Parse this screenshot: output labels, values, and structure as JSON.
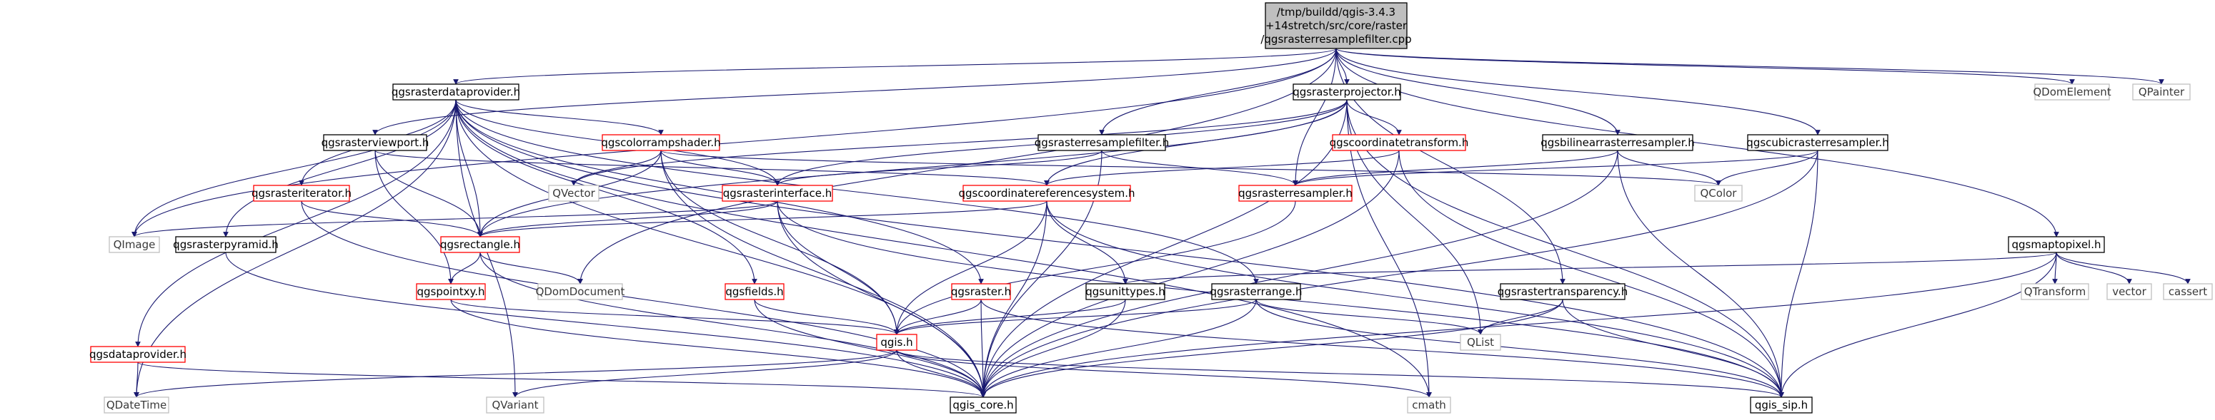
{
  "graph": {
    "colors": {
      "edge": "#191970",
      "documented_border": "#000000",
      "truncated_border": "#ff0000",
      "external_border": "#bfbfbf",
      "root_fill": "#bfbfbf"
    },
    "root": {
      "lines": [
        "/tmp/buildd/qgis-3.4.3",
        "+14stretch/src/core/raster",
        "/qgsrasterresamplefilter.cpp"
      ]
    },
    "nodes": {
      "qgsrasterdataprovider": "qgsrasterdataprovider.h",
      "qgsrasterviewport": "qgsrasterviewport.h",
      "qgsrasteriterator": "qgsrasteriterator.h",
      "qgscolorrampshader": "qgscolorrampshader.h",
      "qgsrasterpyramid": "qgsrasterpyramid.h",
      "qgsdataprovider": "qgsdataprovider.h",
      "qgsrectangle": "qgsrectangle.h",
      "qgspointxy": "qgspointxy.h",
      "qgsrasterinterface": "qgsrasterinterface.h",
      "qgsfields": "qgsfields.h",
      "qgsraster": "qgsraster.h",
      "qgis": "qgis.h",
      "qgis_core": "qgis_core.h",
      "qgis_sip": "qgis_sip.h",
      "qgsrasterprojector": "qgsrasterprojector.h",
      "qgsrasterresamplefilter": "qgsrasterresamplefilter.h",
      "qgscoordinatetransform": "qgscoordinatetransform.h",
      "qgscoordinatereferencesystem": "qgscoordinatereferencesystem.h",
      "qgsrasterresampler": "qgsrasterresampler.h",
      "qgsunittypes": "qgsunittypes.h",
      "qgsrasterrange": "qgsrasterrange.h",
      "qgsbilinearrasterresampler": "qgsbilinearrasterresampler.h",
      "qgscubicrasterresampler": "qgscubicrasterresampler.h",
      "qgsrastertransparency": "qgsrastertransparency.h",
      "qgsmaptopixel": "qgsmaptopixel.h",
      "QDomElement": "QDomElement",
      "QPainter": "QPainter",
      "QVector": "QVector",
      "QImage": "QImage",
      "QDomDocument": "QDomDocument",
      "QColor": "QColor",
      "QDateTime": "QDateTime",
      "QVariant": "QVariant",
      "QList": "QList",
      "cmath": "cmath",
      "QTransform": "QTransform",
      "vector": "vector",
      "cassert": "cassert"
    },
    "edges": [
      [
        "root",
        "qgsrasterdataprovider"
      ],
      [
        "root",
        "qgsrasterviewport"
      ],
      [
        "root",
        "qgsrasterprojector"
      ],
      [
        "root",
        "qgsrasterresamplefilter"
      ],
      [
        "root",
        "qgsrasterresampler"
      ],
      [
        "root",
        "qgsbilinearrasterresampler"
      ],
      [
        "root",
        "qgscubicrasterresampler"
      ],
      [
        "root",
        "qgsrastertransparency"
      ],
      [
        "root",
        "qgsmaptopixel"
      ],
      [
        "root",
        "QDomElement"
      ],
      [
        "root",
        "QPainter"
      ],
      [
        "root",
        "QImage"
      ],
      [
        "root",
        "QDomDocument"
      ],
      [
        "qgsrasterdataprovider",
        "qgis_core"
      ],
      [
        "qgsrasterdataprovider",
        "qgis_sip"
      ],
      [
        "qgsrasterdataprovider",
        "cmath"
      ],
      [
        "qgsrasterdataprovider",
        "qgscolorrampshader"
      ],
      [
        "qgsrasterdataprovider",
        "qgsdataprovider"
      ],
      [
        "qgsrasterdataprovider",
        "qgsraster"
      ],
      [
        "qgsrasterdataprovider",
        "qgsfields"
      ],
      [
        "qgsrasterdataprovider",
        "qgsrasterinterface"
      ],
      [
        "qgsrasterdataprovider",
        "qgsrasterpyramid"
      ],
      [
        "qgsrasterdataprovider",
        "qgsrasterrange"
      ],
      [
        "qgsrasterdataprovider",
        "qgsrectangle"
      ],
      [
        "qgsrasterdataprovider",
        "qgsrasteriterator"
      ],
      [
        "qgsrasterdataprovider",
        "QDateTime"
      ],
      [
        "qgsrasterdataprovider",
        "QVariant"
      ],
      [
        "qgsrasterdataprovider",
        "QImage"
      ],
      [
        "qgsrasterviewport",
        "qgsrectangle"
      ],
      [
        "qgsrasterviewport",
        "qgspointxy"
      ],
      [
        "qgsrasterviewport",
        "qgscoordinatereferencesystem"
      ],
      [
        "qgsrasteriterator",
        "qgsrectangle"
      ],
      [
        "qgsrasteriterator",
        "qgis_core"
      ],
      [
        "qgscolorrampshader",
        "qgis_core"
      ],
      [
        "qgscolorrampshader",
        "qgis"
      ],
      [
        "qgscolorrampshader",
        "QVector"
      ],
      [
        "qgscolorrampshader",
        "QColor"
      ],
      [
        "qgscolorrampshader",
        "qgsrasterinterface"
      ],
      [
        "qgscolorrampshader",
        "qgsrectangle"
      ],
      [
        "qgsrasterpyramid",
        "qgis_core"
      ],
      [
        "qgsdataprovider",
        "qgis_core"
      ],
      [
        "qgsdataprovider",
        "QDateTime"
      ],
      [
        "qgsrectangle",
        "qgis_core"
      ],
      [
        "qgsrectangle",
        "QDomDocument"
      ],
      [
        "qgsrectangle",
        "qgspointxy"
      ],
      [
        "qgspointxy",
        "qgis_core"
      ],
      [
        "qgspointxy",
        "qgis"
      ],
      [
        "qgsrasterinterface",
        "qgis_core"
      ],
      [
        "qgsrasterinterface",
        "qgis_sip"
      ],
      [
        "qgsrasterinterface",
        "QImage"
      ],
      [
        "qgsrasterinterface",
        "qgis"
      ],
      [
        "qgsrasterinterface",
        "qgsrectangle"
      ],
      [
        "qgsfields",
        "qgis_core"
      ],
      [
        "qgsfields",
        "qgis"
      ],
      [
        "qgsraster",
        "qgis_core"
      ],
      [
        "qgsraster",
        "qgis_sip"
      ],
      [
        "qgsraster",
        "qgis"
      ],
      [
        "qgis",
        "QVariant"
      ],
      [
        "qgis",
        "cmath"
      ],
      [
        "qgis",
        "qgis_core"
      ],
      [
        "qgis",
        "qgis_sip"
      ],
      [
        "qgis",
        "QDateTime"
      ],
      [
        "qgsrasterprojector",
        "qgis_core"
      ],
      [
        "qgsrasterprojector",
        "qgis_sip"
      ],
      [
        "qgsrasterprojector",
        "qgsrasterinterface"
      ],
      [
        "qgsrasterprojector",
        "qgscoordinatereferencesystem"
      ],
      [
        "qgsrasterprojector",
        "qgscoordinatetransform"
      ],
      [
        "qgsrasterprojector",
        "qgsrectangle"
      ],
      [
        "qgsrasterprojector",
        "QVector"
      ],
      [
        "qgsrasterprojector",
        "QList"
      ],
      [
        "qgsrasterprojector",
        "cmath"
      ],
      [
        "qgsrasterresamplefilter",
        "qgis_core"
      ],
      [
        "qgsrasterresamplefilter",
        "qgsrasterinterface"
      ],
      [
        "qgsrasterresamplefilter",
        "qgsrasterresampler"
      ],
      [
        "qgscoordinatetransform",
        "qgis_core"
      ],
      [
        "qgscoordinatetransform",
        "qgis_sip"
      ],
      [
        "qgscoordinatetransform",
        "qgscoordinatereferencesystem"
      ],
      [
        "qgscoordinatereferencesystem",
        "qgis_core"
      ],
      [
        "qgscoordinatereferencesystem",
        "qgis"
      ],
      [
        "qgscoordinatereferencesystem",
        "qgsunittypes"
      ],
      [
        "qgscoordinatereferencesystem",
        "qgsrectangle"
      ],
      [
        "qgscoordinatereferencesystem",
        "qgis_sip"
      ],
      [
        "qgsrasterresampler",
        "qgis"
      ],
      [
        "qgsunittypes",
        "qgis_core"
      ],
      [
        "qgsunittypes",
        "qgis"
      ],
      [
        "qgsrasterrange",
        "qgis_core"
      ],
      [
        "qgsrasterrange",
        "qgis"
      ],
      [
        "qgsrasterrange",
        "QList"
      ],
      [
        "qgsrasterrange",
        "qgis_sip"
      ],
      [
        "qgsbilinearrasterresampler",
        "qgsrasterresampler"
      ],
      [
        "qgsbilinearrasterresampler",
        "qgis_core"
      ],
      [
        "qgsbilinearrasterresampler",
        "qgis_sip"
      ],
      [
        "qgsbilinearrasterresampler",
        "QColor"
      ],
      [
        "qgscubicrasterresampler",
        "qgsrasterresampler"
      ],
      [
        "qgscubicrasterresampler",
        "qgis_core"
      ],
      [
        "qgscubicrasterresampler",
        "qgis_sip"
      ],
      [
        "qgscubicrasterresampler",
        "QColor"
      ],
      [
        "qgsrastertransparency",
        "qgis_core"
      ],
      [
        "qgsrastertransparency",
        "qgis_sip"
      ],
      [
        "qgsrastertransparency",
        "QList"
      ],
      [
        "qgsmaptopixel",
        "qgis_core"
      ],
      [
        "qgsmaptopixel",
        "qgis_sip"
      ],
      [
        "qgsmaptopixel",
        "qgsunittypes"
      ],
      [
        "qgsmaptopixel",
        "QTransform"
      ],
      [
        "qgsmaptopixel",
        "vector"
      ],
      [
        "qgsmaptopixel",
        "cassert"
      ]
    ]
  }
}
